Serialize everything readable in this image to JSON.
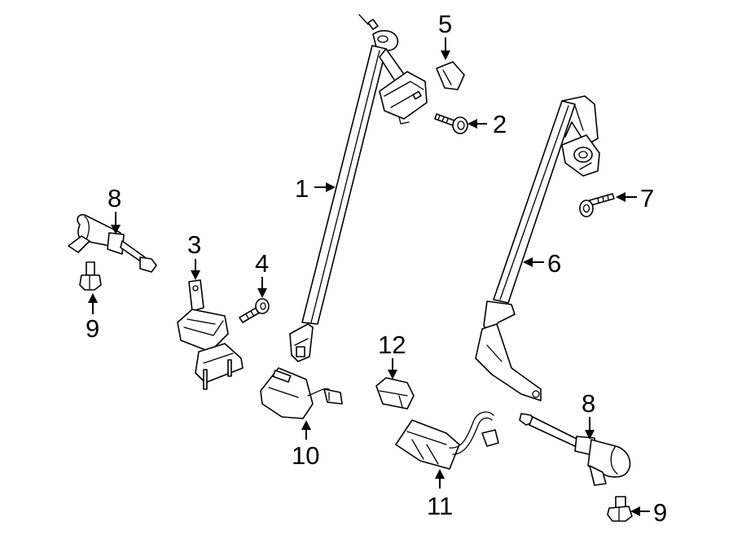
{
  "callouts": [
    {
      "id": "1",
      "text": "1"
    },
    {
      "id": "2",
      "text": "2"
    },
    {
      "id": "3",
      "text": "3"
    },
    {
      "id": "4",
      "text": "4"
    },
    {
      "id": "5",
      "text": "5"
    },
    {
      "id": "6",
      "text": "6"
    },
    {
      "id": "7",
      "text": "7"
    },
    {
      "id": "8a",
      "text": "8"
    },
    {
      "id": "8b",
      "text": "8"
    },
    {
      "id": "9a",
      "text": "9"
    },
    {
      "id": "9b",
      "text": "9"
    },
    {
      "id": "10",
      "text": "10"
    },
    {
      "id": "11",
      "text": "11"
    },
    {
      "id": "12",
      "text": "12"
    }
  ],
  "colors": {
    "line": "#000000",
    "background": "#ffffff"
  }
}
